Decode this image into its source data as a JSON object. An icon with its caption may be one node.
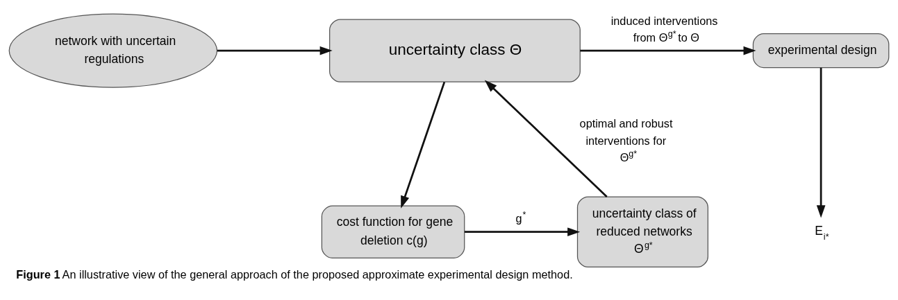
{
  "diagram": {
    "caption": "**Figure 1** An illustrative view of the general approach of the proposed approximate experimental design method.",
    "nodes": [
      {
        "text": [
          "network with uncertain regulations"
        ]
      },
      {
        "text": [
          "uncertainty class Θ"
        ]
      },
      {
        "text": [
          "experimental design"
        ]
      },
      {
        "text": [
          "E$_{i*}$"
        ]
      },
      {
        "text": [
          "cost function for gene deletion c(g)"
        ]
      },
      {
        "text": [
          "uncertainty class of reduced networks Θ$^{g*}$"
        ]
      }
    ],
    "edges": [
      {
        "from": 0,
        "to": 1,
        "arrow": "to"
      },
      {
        "from": 1,
        "to": 2,
        "arrow": "to",
        "label": "induced interventions from Θ$^{g*}$ to Θ"
      },
      {
        "from": 2,
        "to": 3,
        "arrow": "to"
      },
      {
        "from": 1,
        "to": 4,
        "arrow": "to"
      },
      {
        "from": 4,
        "to": 5,
        "arrow": "to",
        "label": "g$^{*}$"
      },
      {
        "from": 5,
        "to": 1,
        "arrow": "to",
        "label": "optimal and robust interventions for Θ$^{g*}$"
      }
    ]
  }
}
